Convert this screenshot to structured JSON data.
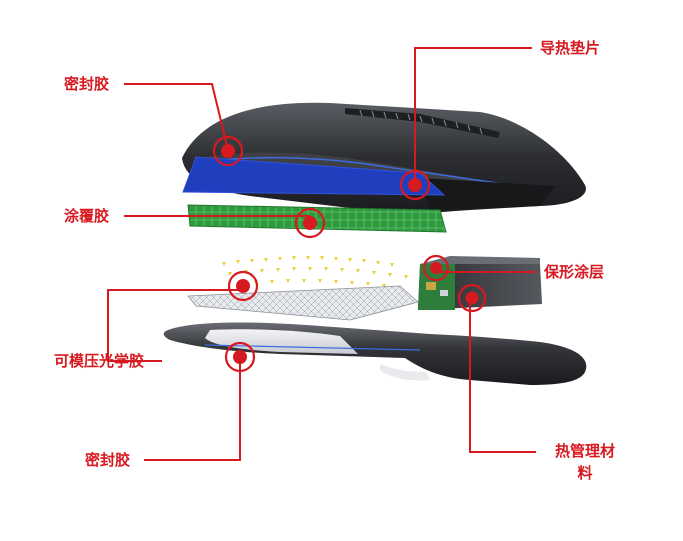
{
  "labels": {
    "sealant_top": "密封胶",
    "thermal_pad": "导热垫片",
    "conformal_coating": "涂覆胶",
    "form_coating": "保形涂层",
    "moldable_optical_glue": "可模压光学胶",
    "sealant_bottom": "密封胶",
    "thermal_material_line1": "热管理材",
    "thermal_material_line2": "料"
  },
  "colors": {
    "accent": "#d71920",
    "housing_dark": "#2a2c30",
    "pcb_blue": "#1f3fbf",
    "pcb_green": "#2e9a3e",
    "led_yellow": "#e8d23a",
    "background": "#ffffff"
  }
}
